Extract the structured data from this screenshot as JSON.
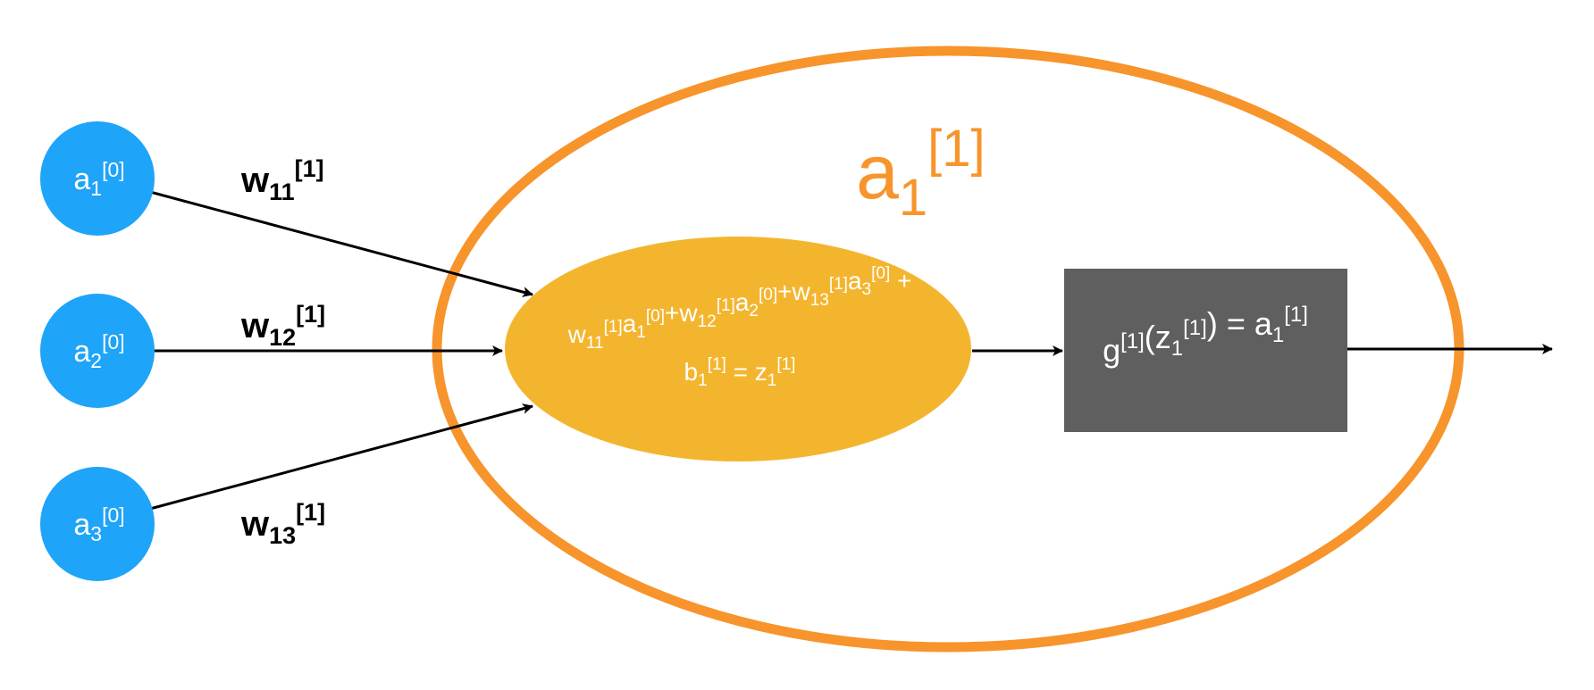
{
  "inputs": [
    {
      "base": "a",
      "sub": "1",
      "sup": "[0]"
    },
    {
      "base": "a",
      "sub": "2",
      "sup": "[0]"
    },
    {
      "base": "a",
      "sub": "3",
      "sup": "[0]"
    }
  ],
  "weights": [
    {
      "base": "w",
      "sub": "11",
      "sup": "[1]"
    },
    {
      "base": "w",
      "sub": "12",
      "sup": "[1]"
    },
    {
      "base": "w",
      "sub": "13",
      "sup": "[1]"
    }
  ],
  "neuron_label": {
    "base": "a",
    "sub": "1",
    "sup": "[1]"
  },
  "summation": {
    "line1": [
      {
        "base": "w",
        "sub": "11",
        "sup": "[1]"
      },
      {
        "base": "a",
        "sub": "1",
        "sup": "[0]"
      },
      {
        "base": "+w",
        "sub": "12",
        "sup": "[1]"
      },
      {
        "base": "a",
        "sub": "2",
        "sup": "[0]"
      },
      {
        "base": "+w",
        "sub": "13",
        "sup": "[1]"
      },
      {
        "base": "a",
        "sub": "3",
        "sup": "[0]",
        "tail": " +"
      }
    ],
    "line2": [
      {
        "base": "b",
        "sub": "1",
        "sup": "[1]",
        "tail": " = "
      },
      {
        "base": "z",
        "sub": "1",
        "sup": "[1]"
      }
    ]
  },
  "activation": [
    {
      "base": "g",
      "sub": "",
      "sup": "[1]"
    },
    {
      "base": "(z",
      "sub": "1",
      "sup": "[1]"
    },
    {
      "base": ") = a",
      "sub": "1",
      "sup": "[1]"
    }
  ],
  "colors": {
    "input_node": "#1EA4F8",
    "neuron_outline": "#F7942C",
    "summation_fill": "#F4B52E",
    "activation_fill": "#5F5F5F",
    "arrow": "#000000"
  }
}
